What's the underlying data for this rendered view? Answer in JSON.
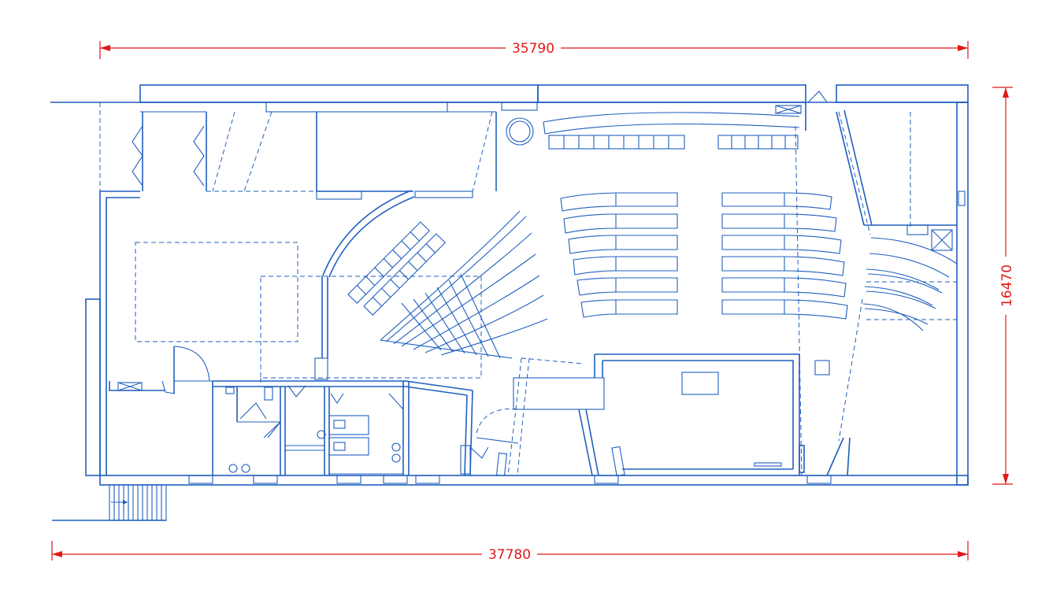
{
  "drawing": {
    "line_color": "#1f5fbf",
    "dimension_color": "#e01818"
  },
  "dimensions": {
    "top_width": "35790",
    "bottom_width": "37780",
    "right_height": "16470"
  }
}
